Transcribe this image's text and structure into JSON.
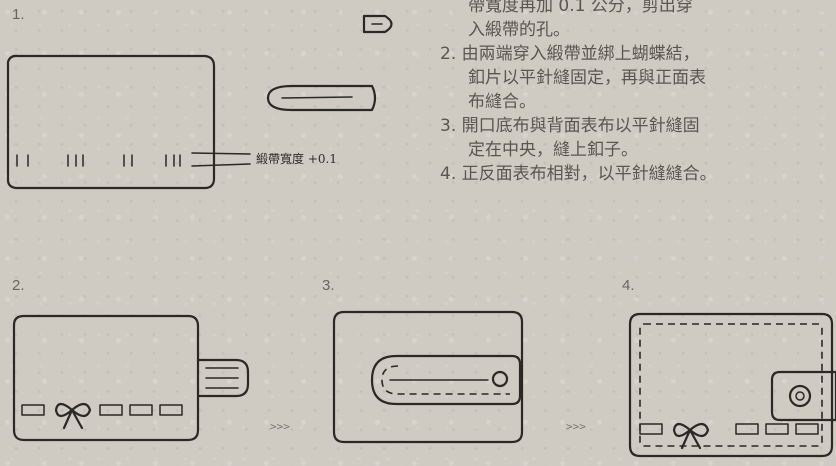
{
  "steps": {
    "label_1": "1.",
    "label_2": "2.",
    "label_3": "3.",
    "label_4": "4."
  },
  "instructions": {
    "lines": [
      "帶寬度再加 0.1 公分，剪出穿",
      "入緞帶的孔。",
      "2. 由兩端穿入緞帶並綁上蝴蝶結，",
      "釦片以平針縫固定，再與正面表",
      "布縫合。",
      "3. 開口底布與背面表布以平針縫固",
      "定在中央，縫上釦子。",
      "4. 正反面表布相對，以平針縫縫合。"
    ]
  },
  "handwritten_note": "緞帶寬度 +0.1",
  "arrows": {
    "a1": ">>>",
    "a2": ">>>"
  }
}
